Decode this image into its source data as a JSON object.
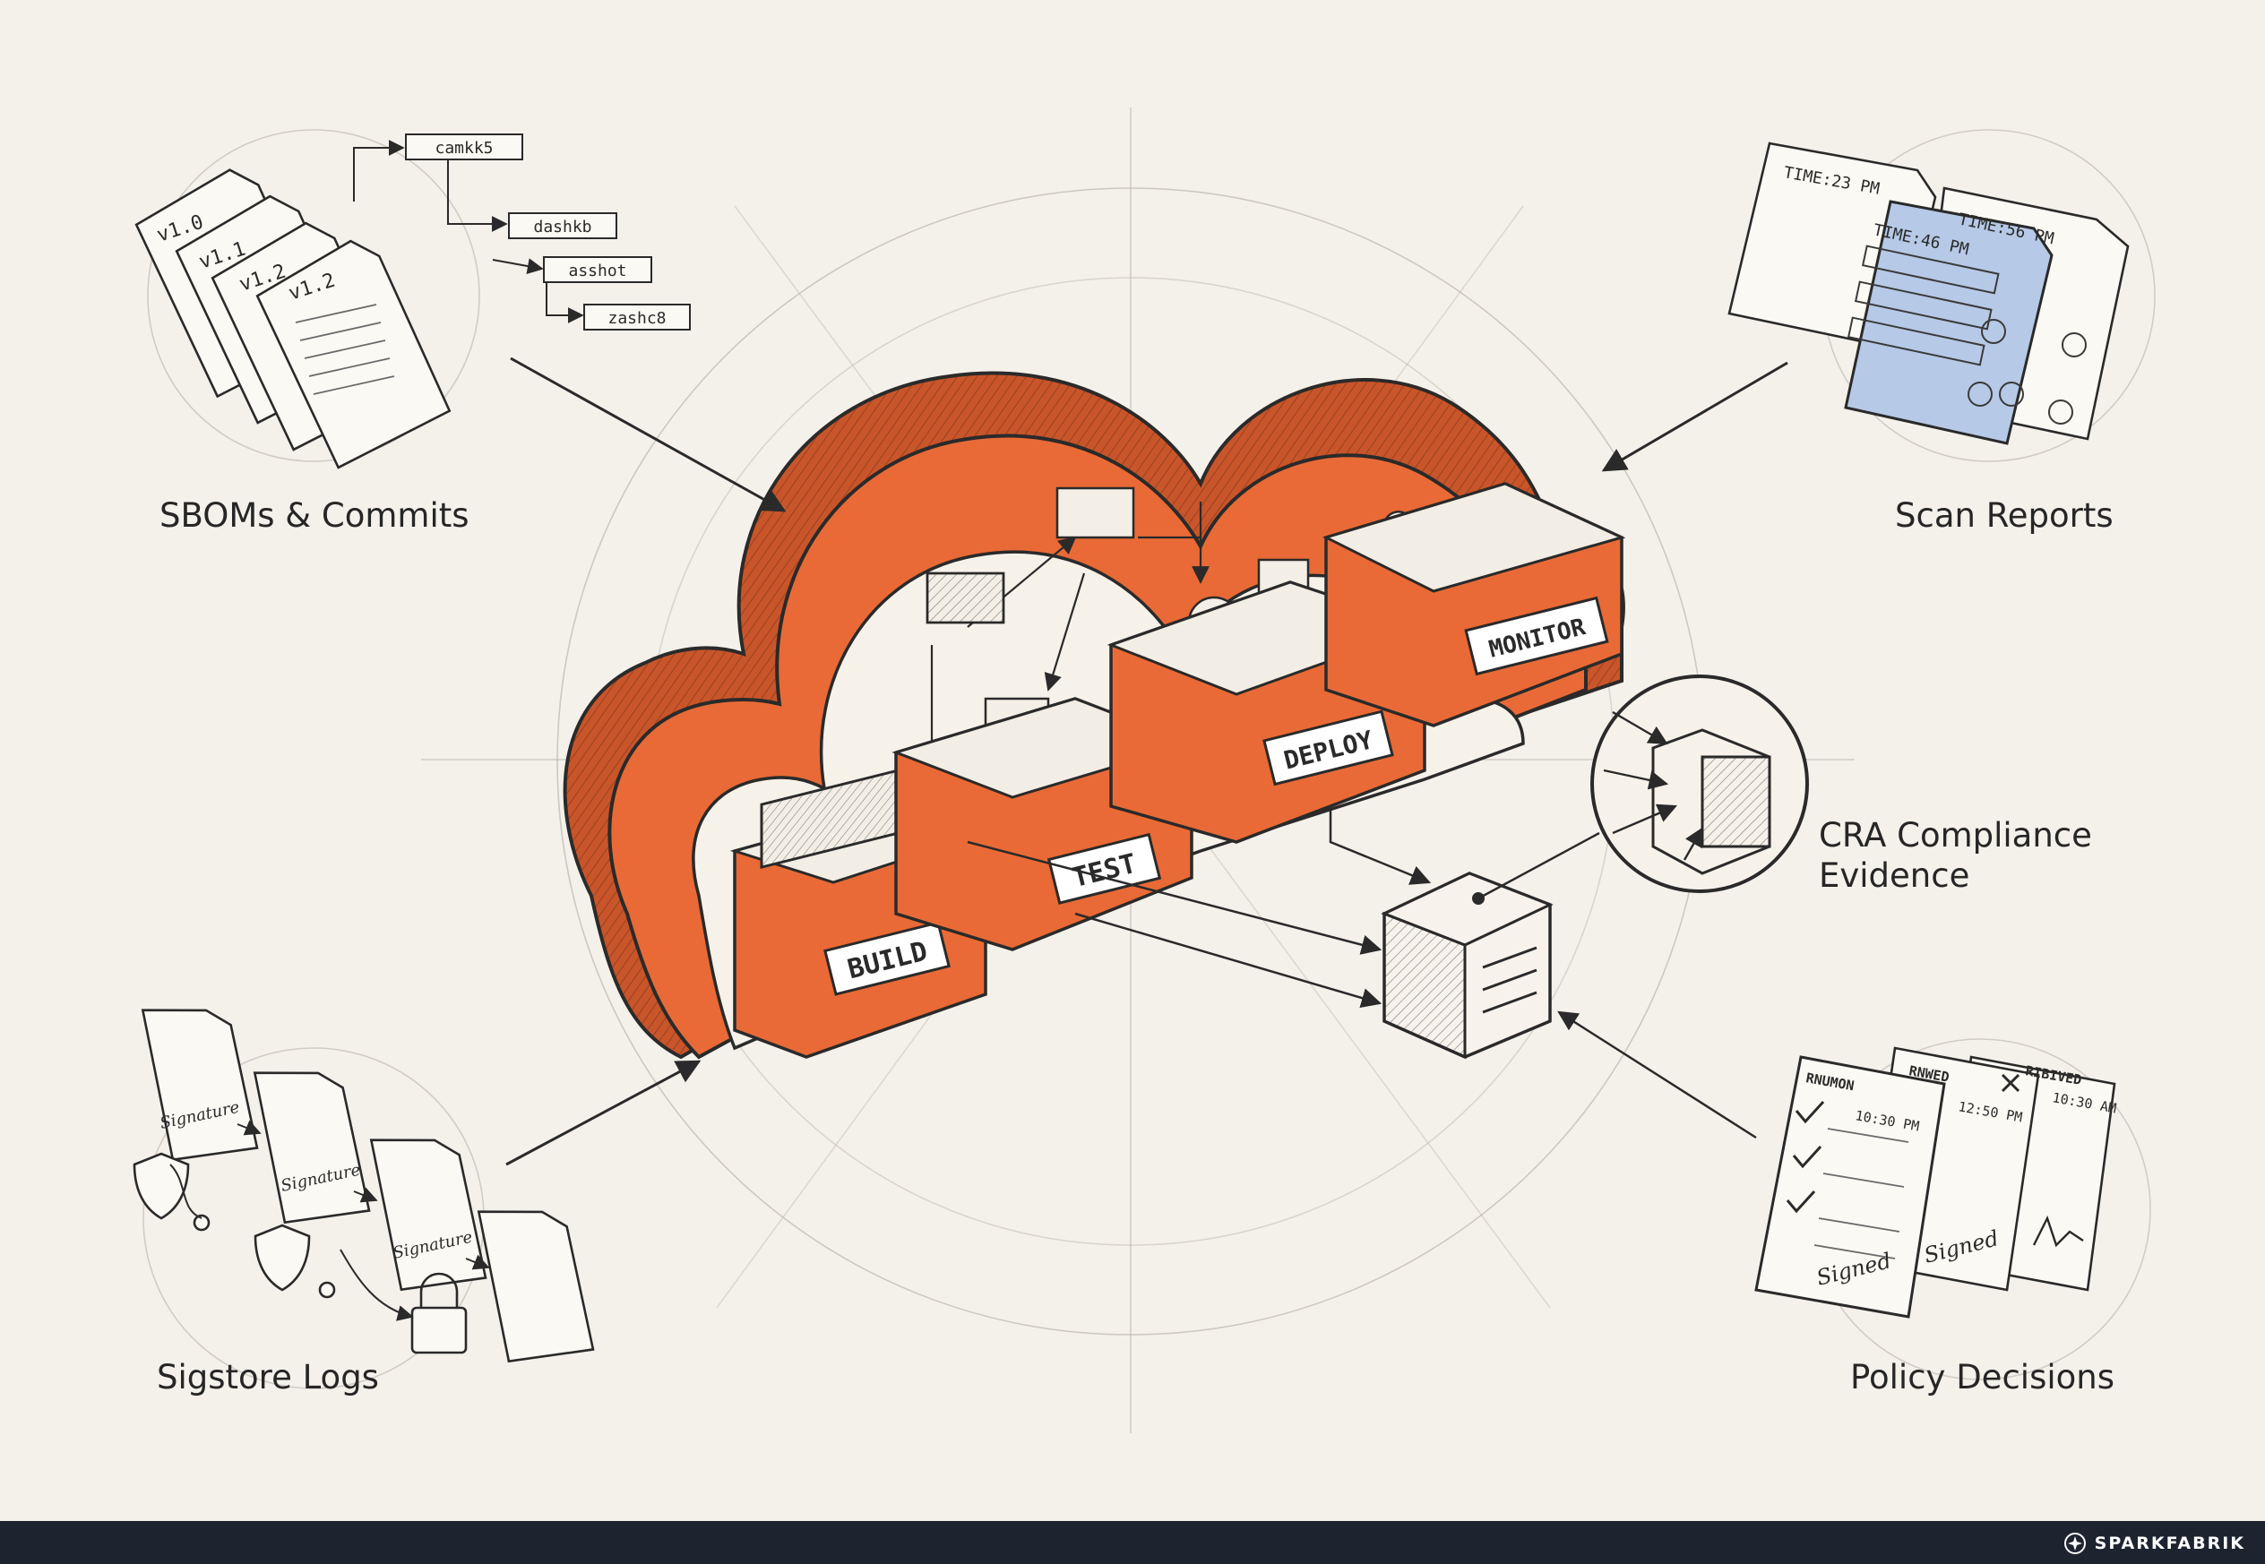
{
  "labels": {
    "sboms": "SBOMs & Commits",
    "scan": "Scan Reports",
    "cra_line1": "CRA Compliance",
    "cra_line2": "Evidence",
    "sigstore": "Sigstore Logs",
    "policy": "Policy Decisions"
  },
  "stages": {
    "build": "BUILD",
    "test": "TEST",
    "deploy": "DEPLOY",
    "monitor": "MONITOR"
  },
  "sbom_docs": {
    "versions": [
      "v1.0",
      "v1.1",
      "v1.2",
      "v1.2"
    ],
    "commits": [
      "camkk5",
      "dashkb",
      "asshot",
      "zashc8"
    ]
  },
  "scan_docs": {
    "times": [
      "TIME:23 PM",
      "TIME:46 PM",
      "TIME:56 PM"
    ]
  },
  "sigstore_docs": {
    "signature": "Signature"
  },
  "policy_docs": {
    "headers": [
      "RNUMON",
      "RNWED",
      "RIBIVED"
    ],
    "times": [
      "10:30 PM",
      "12:50 PM",
      "10:30 AM"
    ],
    "signed": [
      "Signed",
      "Signed"
    ]
  },
  "footer": {
    "brand": "SPARKFABRIK"
  },
  "colors": {
    "accent": "#e96a36",
    "accent_dark": "#c9552a",
    "ink": "#2a2a2a",
    "paper": "#f4f1ea",
    "highlight": "#b6c9e6",
    "footer": "#1d2430"
  }
}
